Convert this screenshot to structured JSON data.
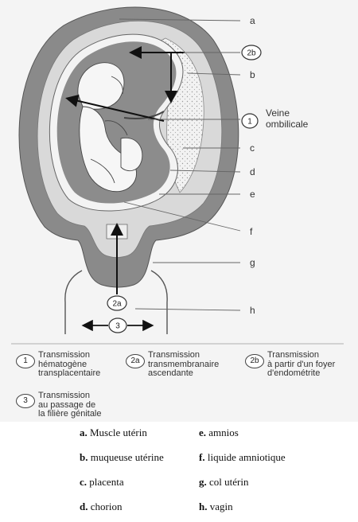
{
  "labels": {
    "a": "a",
    "b": "b",
    "c": "c",
    "d": "d",
    "e": "e",
    "f": "f",
    "g": "g",
    "h": "h"
  },
  "markers": {
    "m1": "1",
    "m2a": "2a",
    "m2b": "2b",
    "m3": "3"
  },
  "callout": {
    "line1": "Veine",
    "line2": "ombilicale"
  },
  "legend": [
    {
      "num": "1",
      "text": "Transmission\nhématogène\ntransplacentaire"
    },
    {
      "num": "2a",
      "text": "Transmission\ntransmembranaire\nascendante"
    },
    {
      "num": "2b",
      "text": "Transmission\nà partir d'un foyer\nd'endométrite"
    },
    {
      "num": "3",
      "text": "Transmission\nau passage de\nla filière génitale"
    }
  ],
  "key": [
    {
      "letter": "a.",
      "text": "Muscle utérin"
    },
    {
      "letter": "b.",
      "text": "muqueuse utérine"
    },
    {
      "letter": "c.",
      "text": "placenta"
    },
    {
      "letter": "d.",
      "text": "chorion"
    },
    {
      "letter": "e.",
      "text": "amnios"
    },
    {
      "letter": "f.",
      "text": "liquide amniotique"
    },
    {
      "letter": "g.",
      "text": "col utérin"
    },
    {
      "letter": "h.",
      "text": "vagin"
    }
  ]
}
